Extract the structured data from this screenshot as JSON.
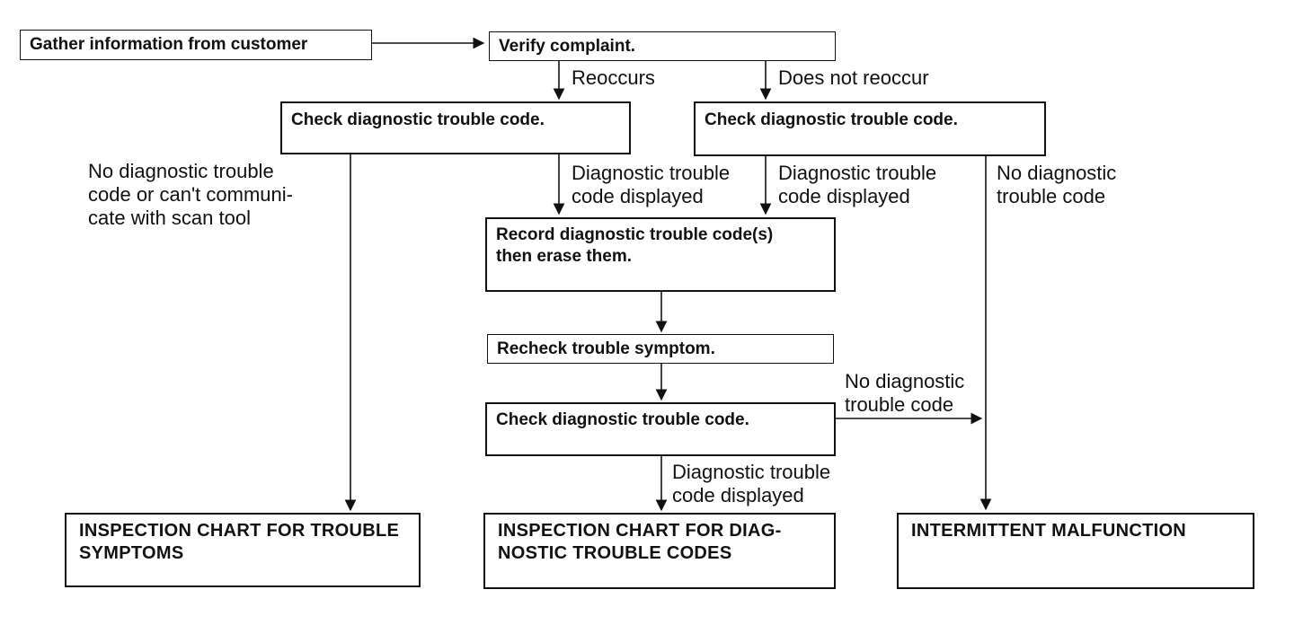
{
  "boxes": {
    "gather": "Gather information from customer",
    "verify": "Verify  complaint.",
    "check_left": "Check diagnostic trouble code.",
    "check_right": "Check diagnostic trouble code.",
    "record": "Record diagnostic trouble code(s)\nthen erase them.",
    "recheck": "Recheck trouble symptom.",
    "check_mid": "Check diagnostic trouble code.",
    "insp_symptoms": "INSPECTION CHART FOR TROUBLE\nSYMPTOMS",
    "insp_codes": "INSPECTION  CHART  FOR  DIAG-\nNOSTIC TROUBLE CODES",
    "intermittent": "INTERMITTENT MALFUNCTION"
  },
  "labels": {
    "reoccurs": "Reoccurs",
    "does_not_reoccur": "Does not reoccur",
    "no_code_cant_comm": "No diagnostic trouble\ncode or can't communi-\ncate with scan tool",
    "dtc_displayed_left": "Diagnostic trouble\ncode displayed",
    "dtc_displayed_right": "Diagnostic trouble\ncode displayed",
    "no_code_right": "No diagnostic\ntrouble code",
    "no_code_mid": "No diagnostic\ntrouble code",
    "dtc_displayed_bottom": "Diagnostic trouble\ncode displayed"
  }
}
